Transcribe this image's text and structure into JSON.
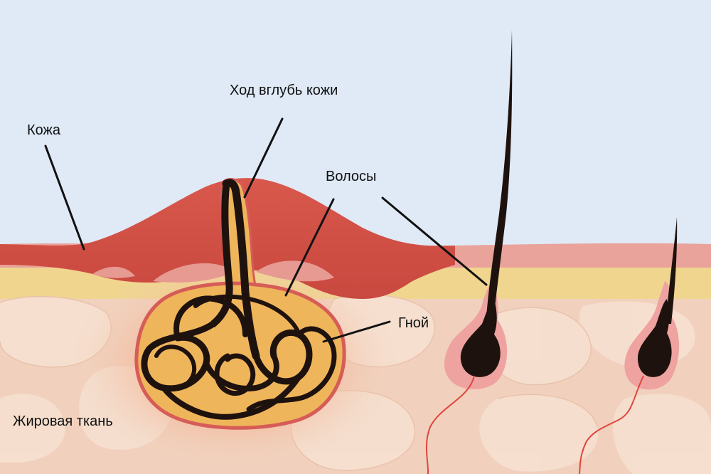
{
  "labels": {
    "skin": "Кожа",
    "tunnel": "Ход вглубь кожи",
    "hair": "Волосы",
    "pus": "Гной",
    "fat": "Жировая ткань"
  },
  "colors": {
    "sky": "#dfeaf6",
    "skin_outer": "#e9a39b",
    "skin_inflamed": "#d2574b",
    "yellow_layer": "#f0d58f",
    "fat": "#f1d1bd",
    "fat_light": "#f6e0d0",
    "pus": "#efb55a",
    "pus_rim": "#d65c58",
    "hair": "#1e120e",
    "vessel": "#e0463e"
  }
}
